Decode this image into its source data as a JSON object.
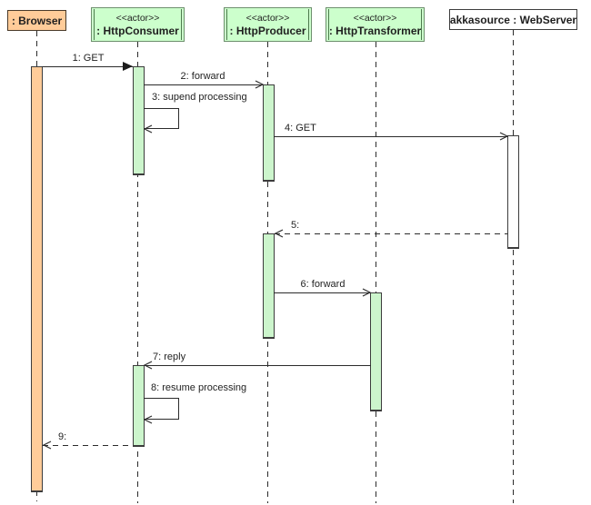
{
  "diagram": {
    "type": "uml-sequence-diagram",
    "participants": [
      {
        "stereotype": "",
        "name": ": Browser"
      },
      {
        "stereotype": "<<actor>>",
        "name": ": HttpConsumer"
      },
      {
        "stereotype": "<<actor>>",
        "name": ": HttpProducer"
      },
      {
        "stereotype": "<<actor>>",
        "name": ": HttpTransformer"
      },
      {
        "stereotype": "",
        "name": "akkasource : WebServer"
      }
    ],
    "messages": [
      {
        "label": "1: GET",
        "from": ": Browser",
        "to": ": HttpConsumer",
        "line": "solid",
        "arrow": "filled"
      },
      {
        "label": "2: forward",
        "from": ": HttpConsumer",
        "to": ": HttpProducer",
        "line": "solid",
        "arrow": "open"
      },
      {
        "label": "3: supend processing",
        "from": ": HttpConsumer",
        "to": ": HttpConsumer",
        "line": "solid-self",
        "arrow": "open"
      },
      {
        "label": "4: GET",
        "from": ": HttpProducer",
        "to": "akkasource : WebServer",
        "line": "solid",
        "arrow": "open"
      },
      {
        "label": "5:",
        "from": "akkasource : WebServer",
        "to": ": HttpProducer",
        "line": "dashed",
        "arrow": "open"
      },
      {
        "label": "6: forward",
        "from": ": HttpProducer",
        "to": ": HttpTransformer",
        "line": "solid",
        "arrow": "open"
      },
      {
        "label": "7: reply",
        "from": ": HttpTransformer",
        "to": ": HttpConsumer",
        "line": "solid",
        "arrow": "open"
      },
      {
        "label": "8: resume processing",
        "from": ": HttpConsumer",
        "to": ": HttpConsumer",
        "line": "solid-self",
        "arrow": "open"
      },
      {
        "label": "9:",
        "from": ": HttpConsumer",
        "to": ": Browser",
        "line": "dashed",
        "arrow": "open"
      }
    ],
    "colors": {
      "object_fill": "#FFCC99",
      "actor_fill": "#CCFFCC",
      "activation_green": "#CCF5CC",
      "activation_white": "#FFFFFF",
      "line": "#2B2B2B"
    }
  }
}
